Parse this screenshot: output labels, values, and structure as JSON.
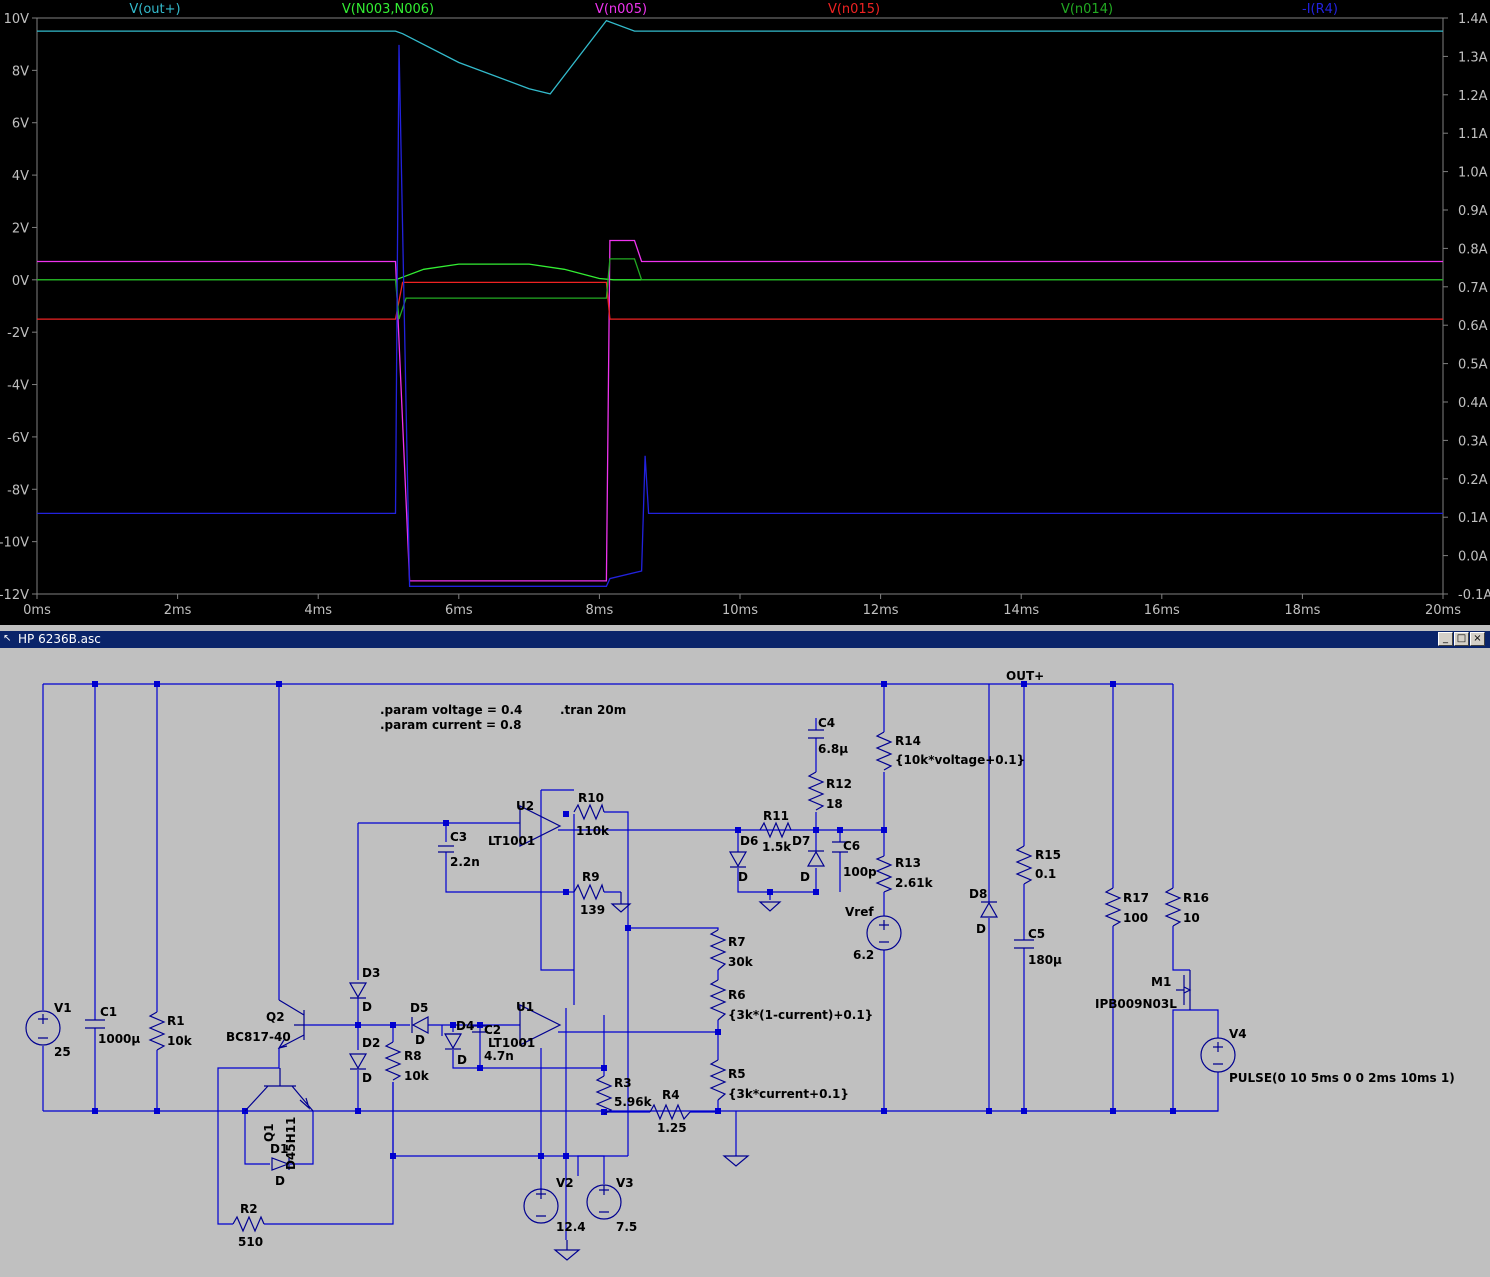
{
  "plot": {
    "traces": [
      {
        "label": "V(out+)",
        "color": "#33bbcc"
      },
      {
        "label": "V(N003,N006)",
        "color": "#33ee33"
      },
      {
        "label": "V(n005)",
        "color": "#ee33ee"
      },
      {
        "label": "V(n015)",
        "color": "#ee2222"
      },
      {
        "label": "V(n014)",
        "color": "#22aa22"
      },
      {
        "label": "-I(R4)",
        "color": "#2222dd"
      }
    ],
    "left_axis": [
      "10V",
      "8V",
      "6V",
      "4V",
      "2V",
      "0V",
      "-2V",
      "-4V",
      "-6V",
      "-8V",
      "-10V",
      "-12V"
    ],
    "right_axis": [
      "1.4A",
      "1.3A",
      "1.2A",
      "1.1A",
      "1.0A",
      "0.9A",
      "0.8A",
      "0.7A",
      "0.6A",
      "0.5A",
      "0.4A",
      "0.3A",
      "0.2A",
      "0.1A",
      "0.0A",
      "-0.1A"
    ],
    "x_axis": [
      "0ms",
      "2ms",
      "4ms",
      "6ms",
      "8ms",
      "10ms",
      "12ms",
      "14ms",
      "16ms",
      "18ms",
      "20ms"
    ]
  },
  "chart_data": {
    "type": "line",
    "xlabel": "",
    "x_range_ms": [
      0,
      20
    ],
    "ylim_left_V": [
      -12,
      10
    ],
    "ylim_right_A": [
      -0.1,
      1.4
    ],
    "series": [
      {
        "name": "V(out+)",
        "axis": "left",
        "x": [
          0,
          5.1,
          5.2,
          6,
          7,
          7.3,
          8.1,
          8.5,
          8.6,
          20
        ],
        "y": [
          9.5,
          9.5,
          9.4,
          8.3,
          7.3,
          7.1,
          9.9,
          9.5,
          9.5,
          9.5
        ]
      },
      {
        "name": "V(N003,N006)",
        "axis": "left",
        "x": [
          0,
          5.1,
          5.2,
          5.5,
          6,
          7,
          7.5,
          8,
          8.2,
          8.6,
          20
        ],
        "y": [
          0,
          0,
          0.1,
          0.4,
          0.6,
          0.6,
          0.4,
          0.05,
          0,
          0,
          0
        ]
      },
      {
        "name": "V(n005)",
        "axis": "left",
        "x": [
          0,
          5.1,
          5.3,
          7.4,
          7.5,
          8.1,
          8.15,
          8.5,
          8.6,
          20
        ],
        "y": [
          0.7,
          0.7,
          -11.5,
          -11.5,
          -11.5,
          -11.5,
          1.5,
          1.5,
          0.7,
          0.7
        ]
      },
      {
        "name": "V(n015)",
        "axis": "left",
        "x": [
          0,
          5.1,
          5.2,
          8.1,
          8.15,
          20
        ],
        "y": [
          -1.5,
          -1.5,
          -0.1,
          -0.1,
          -1.5,
          -1.5
        ]
      },
      {
        "name": "V(n014)",
        "axis": "left",
        "x": [
          0,
          5.1,
          5.15,
          5.25,
          8.1,
          8.15,
          8.5,
          8.6,
          20
        ],
        "y": [
          0,
          0,
          -1.5,
          -0.7,
          -0.7,
          0.8,
          0.8,
          0,
          0
        ]
      },
      {
        "name": "-I(R4)",
        "axis": "right",
        "x": [
          0,
          5.1,
          5.15,
          5.3,
          8.1,
          8.15,
          8.6,
          8.65,
          8.7,
          20
        ],
        "y": [
          0.11,
          0.11,
          1.33,
          -0.08,
          -0.08,
          -0.06,
          -0.04,
          0.26,
          0.11,
          0.11
        ]
      }
    ]
  },
  "window": {
    "title": "HP 6236B.asc",
    "minimize": "_",
    "maximize": "□",
    "close": "×"
  },
  "schematic": {
    "directives": [
      ".param voltage = 0.4",
      ".param current = 0.8",
      ".tran 20m"
    ],
    "net_label": "OUT+",
    "components": [
      {
        "ref": "V1",
        "value": "25"
      },
      {
        "ref": "C1",
        "value": "1000µ"
      },
      {
        "ref": "R1",
        "value": "10k"
      },
      {
        "ref": "Q2",
        "value": "BC817-40"
      },
      {
        "ref": "Q1",
        "value": "D45H11"
      },
      {
        "ref": "D1",
        "value": "D"
      },
      {
        "ref": "R2",
        "value": "510"
      },
      {
        "ref": "D3",
        "value": "D"
      },
      {
        "ref": "D2",
        "value": "D"
      },
      {
        "ref": "D5",
        "value": "D"
      },
      {
        "ref": "R8",
        "value": "10k"
      },
      {
        "ref": "D4",
        "value": "D"
      },
      {
        "ref": "C2",
        "value": "4.7n"
      },
      {
        "ref": "C3",
        "value": "2.2n"
      },
      {
        "ref": "U2",
        "value": "LT1001"
      },
      {
        "ref": "U1",
        "value": "LT1001"
      },
      {
        "ref": "R10",
        "value": "110k"
      },
      {
        "ref": "R9",
        "value": "139"
      },
      {
        "ref": "R3",
        "value": "5.96k"
      },
      {
        "ref": "R4",
        "value": "1.25"
      },
      {
        "ref": "V2",
        "value": "12.4"
      },
      {
        "ref": "V3",
        "value": "7.5"
      },
      {
        "ref": "R7",
        "value": "30k"
      },
      {
        "ref": "R6",
        "value": "{3k*(1-current)+0.1}"
      },
      {
        "ref": "R5",
        "value": "{3k*current+0.1}"
      },
      {
        "ref": "D6",
        "value": "D"
      },
      {
        "ref": "R11",
        "value": "1.5k"
      },
      {
        "ref": "D7",
        "value": "D"
      },
      {
        "ref": "C4",
        "value": "6.8µ"
      },
      {
        "ref": "R12",
        "value": "18"
      },
      {
        "ref": "C6",
        "value": "100p"
      },
      {
        "ref": "R14",
        "value": "{10k*voltage+0.1}"
      },
      {
        "ref": "R13",
        "value": "2.61k"
      },
      {
        "ref": "Vref",
        "value": "6.2"
      },
      {
        "ref": "D8",
        "value": "D"
      },
      {
        "ref": "R15",
        "value": "0.1"
      },
      {
        "ref": "C5",
        "value": "180µ"
      },
      {
        "ref": "R17",
        "value": "100"
      },
      {
        "ref": "R16",
        "value": "10"
      },
      {
        "ref": "M1",
        "value": "IPB009N03L"
      },
      {
        "ref": "V4",
        "value": "PULSE(0 10 5ms 0 0 2ms 10ms 1)"
      }
    ]
  }
}
